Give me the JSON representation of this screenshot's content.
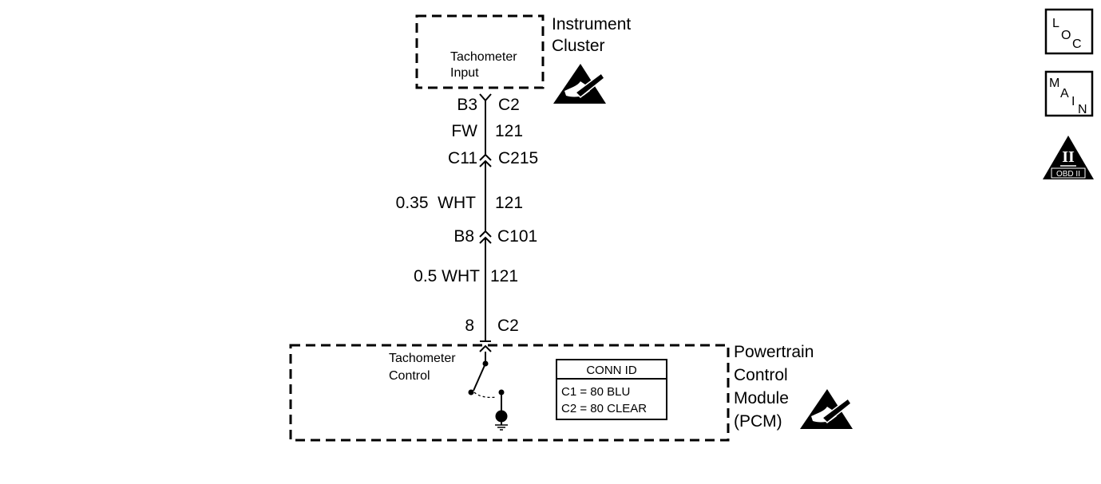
{
  "modules": {
    "instrument_cluster": {
      "line1": "Instrument",
      "line2": "Cluster",
      "pin_label_line1": "Tachometer",
      "pin_label_line2": "Input"
    },
    "pcm": {
      "line1": "Powertrain",
      "line2": "Control",
      "line3": "Module",
      "line4": "(PCM)",
      "component_line1": "Tachometer",
      "component_line2": "Control"
    }
  },
  "circuit": {
    "cluster_pin": "B3",
    "cluster_connector": "C2",
    "seg1_color": "FW",
    "seg1_circuit": "121",
    "c215_pin": "C11",
    "c215_connector": "C215",
    "seg2_wire": "0.35  WHT",
    "seg2_circuit": "121",
    "c101_pin": "B8",
    "c101_connector": "C101",
    "seg3_wire": "0.5 WHT",
    "seg3_circuit": "121",
    "pcm_pin": "8",
    "pcm_connector": "C2"
  },
  "conn_id": {
    "header": "CONN ID",
    "row1": "C1 = 80 BLU",
    "row2": "C2 = 80 CLEAR"
  },
  "nav": {
    "loc": {
      "l": "L",
      "o": "O",
      "c": "C"
    },
    "main": {
      "m": "M",
      "a": "A",
      "i": "I",
      "n": "N"
    },
    "obd": {
      "symbol": "II",
      "label": "OBD II"
    }
  }
}
